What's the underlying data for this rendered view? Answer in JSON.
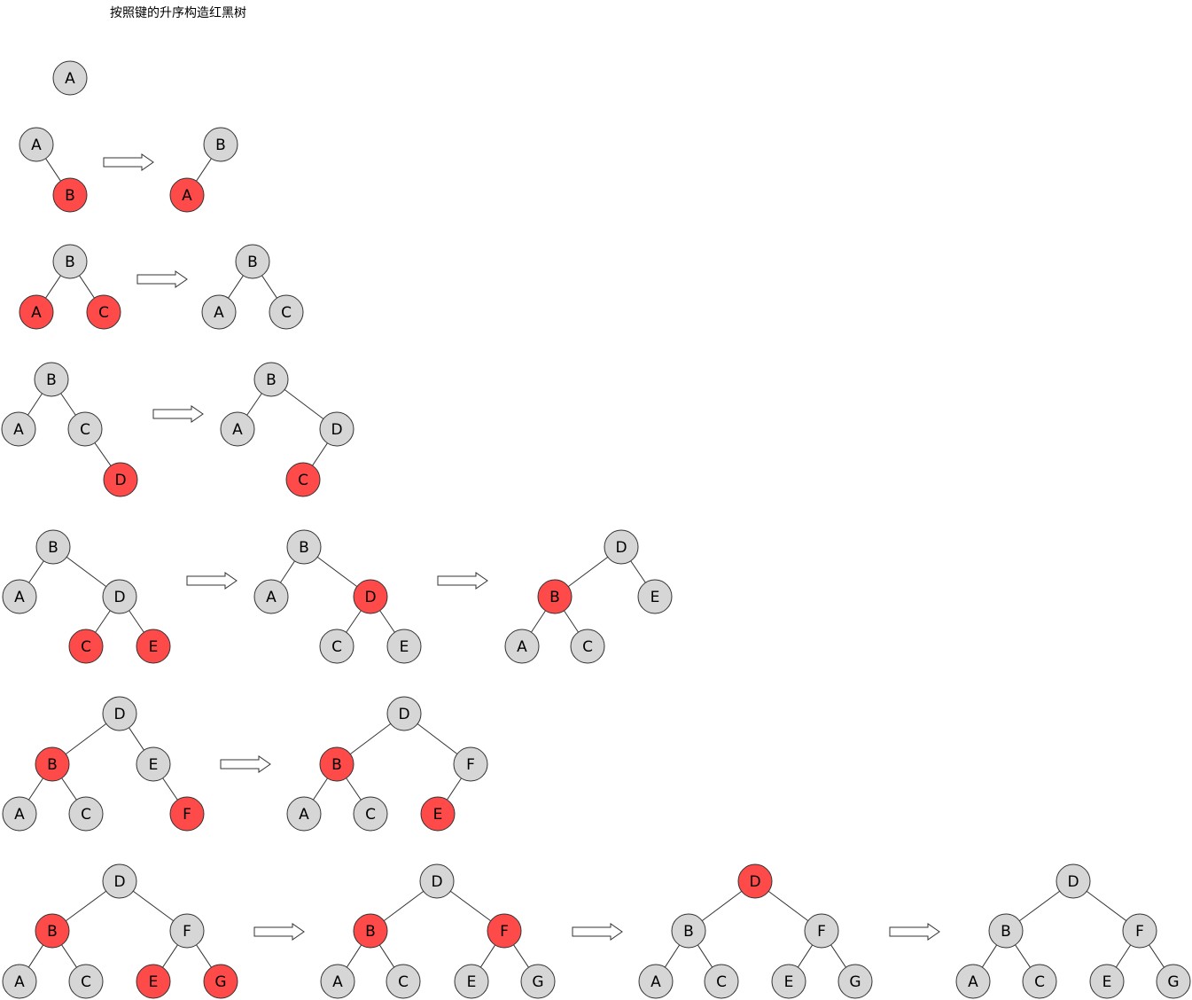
{
  "title": "按照键的升序构造红黑树",
  "colors": {
    "red": "#ff4a4a",
    "black": "#d6d6d6",
    "stroke": "#333333",
    "edge": "#333333"
  },
  "steps": [
    {
      "trees": [
        {
          "nodes": [
            {
              "key": "A",
              "color": "black"
            }
          ],
          "edges": []
        }
      ]
    },
    {
      "trees": [
        {
          "nodes": [
            {
              "key": "A",
              "color": "black"
            },
            {
              "key": "B",
              "color": "red"
            }
          ],
          "edges": [
            [
              "A",
              "B"
            ]
          ]
        },
        {
          "nodes": [
            {
              "key": "B",
              "color": "black"
            },
            {
              "key": "A",
              "color": "red"
            }
          ],
          "edges": [
            [
              "B",
              "A"
            ]
          ]
        }
      ]
    },
    {
      "trees": [
        {
          "nodes": [
            {
              "key": "B",
              "color": "black"
            },
            {
              "key": "A",
              "color": "red"
            },
            {
              "key": "C",
              "color": "red"
            }
          ],
          "edges": [
            [
              "B",
              "A"
            ],
            [
              "B",
              "C"
            ]
          ]
        },
        {
          "nodes": [
            {
              "key": "B",
              "color": "black"
            },
            {
              "key": "A",
              "color": "black"
            },
            {
              "key": "C",
              "color": "black"
            }
          ],
          "edges": [
            [
              "B",
              "A"
            ],
            [
              "B",
              "C"
            ]
          ]
        }
      ]
    },
    {
      "trees": [
        {
          "nodes": [
            {
              "key": "B",
              "color": "black"
            },
            {
              "key": "A",
              "color": "black"
            },
            {
              "key": "C",
              "color": "black"
            },
            {
              "key": "D",
              "color": "red"
            }
          ],
          "edges": [
            [
              "B",
              "A"
            ],
            [
              "B",
              "C"
            ],
            [
              "C",
              "D"
            ]
          ]
        },
        {
          "nodes": [
            {
              "key": "B",
              "color": "black"
            },
            {
              "key": "A",
              "color": "black"
            },
            {
              "key": "D",
              "color": "black"
            },
            {
              "key": "C",
              "color": "red"
            }
          ],
          "edges": [
            [
              "B",
              "A"
            ],
            [
              "B",
              "D"
            ],
            [
              "D",
              "C"
            ]
          ]
        }
      ]
    },
    {
      "trees": [
        {
          "nodes": [
            {
              "key": "B",
              "color": "black"
            },
            {
              "key": "A",
              "color": "black"
            },
            {
              "key": "D",
              "color": "black"
            },
            {
              "key": "C",
              "color": "red"
            },
            {
              "key": "E",
              "color": "red"
            }
          ],
          "edges": [
            [
              "B",
              "A"
            ],
            [
              "B",
              "D"
            ],
            [
              "D",
              "C"
            ],
            [
              "D",
              "E"
            ]
          ]
        },
        {
          "nodes": [
            {
              "key": "B",
              "color": "black"
            },
            {
              "key": "A",
              "color": "black"
            },
            {
              "key": "D",
              "color": "red"
            },
            {
              "key": "C",
              "color": "black"
            },
            {
              "key": "E",
              "color": "black"
            }
          ],
          "edges": [
            [
              "B",
              "A"
            ],
            [
              "B",
              "D"
            ],
            [
              "D",
              "C"
            ],
            [
              "D",
              "E"
            ]
          ]
        },
        {
          "nodes": [
            {
              "key": "D",
              "color": "black"
            },
            {
              "key": "B",
              "color": "red"
            },
            {
              "key": "E",
              "color": "black"
            },
            {
              "key": "A",
              "color": "black"
            },
            {
              "key": "C",
              "color": "black"
            }
          ],
          "edges": [
            [
              "D",
              "B"
            ],
            [
              "D",
              "E"
            ],
            [
              "B",
              "A"
            ],
            [
              "B",
              "C"
            ]
          ]
        }
      ]
    },
    {
      "trees": [
        {
          "nodes": [
            {
              "key": "D",
              "color": "black"
            },
            {
              "key": "B",
              "color": "red"
            },
            {
              "key": "E",
              "color": "black"
            },
            {
              "key": "A",
              "color": "black"
            },
            {
              "key": "C",
              "color": "black"
            },
            {
              "key": "F",
              "color": "red"
            }
          ],
          "edges": [
            [
              "D",
              "B"
            ],
            [
              "D",
              "E"
            ],
            [
              "B",
              "A"
            ],
            [
              "B",
              "C"
            ],
            [
              "E",
              "F"
            ]
          ]
        },
        {
          "nodes": [
            {
              "key": "D",
              "color": "black"
            },
            {
              "key": "B",
              "color": "red"
            },
            {
              "key": "F",
              "color": "black"
            },
            {
              "key": "A",
              "color": "black"
            },
            {
              "key": "C",
              "color": "black"
            },
            {
              "key": "E",
              "color": "red"
            }
          ],
          "edges": [
            [
              "D",
              "B"
            ],
            [
              "D",
              "F"
            ],
            [
              "B",
              "A"
            ],
            [
              "B",
              "C"
            ],
            [
              "F",
              "E"
            ]
          ]
        }
      ]
    },
    {
      "trees": [
        {
          "nodes": [
            {
              "key": "D",
              "color": "black"
            },
            {
              "key": "B",
              "color": "red"
            },
            {
              "key": "F",
              "color": "black"
            },
            {
              "key": "A",
              "color": "black"
            },
            {
              "key": "C",
              "color": "black"
            },
            {
              "key": "E",
              "color": "red"
            },
            {
              "key": "G",
              "color": "red"
            }
          ],
          "edges": [
            [
              "D",
              "B"
            ],
            [
              "D",
              "F"
            ],
            [
              "B",
              "A"
            ],
            [
              "B",
              "C"
            ],
            [
              "F",
              "E"
            ],
            [
              "F",
              "G"
            ]
          ]
        },
        {
          "nodes": [
            {
              "key": "D",
              "color": "black"
            },
            {
              "key": "B",
              "color": "red"
            },
            {
              "key": "F",
              "color": "red"
            },
            {
              "key": "A",
              "color": "black"
            },
            {
              "key": "C",
              "color": "black"
            },
            {
              "key": "E",
              "color": "black"
            },
            {
              "key": "G",
              "color": "black"
            }
          ],
          "edges": [
            [
              "D",
              "B"
            ],
            [
              "D",
              "F"
            ],
            [
              "B",
              "A"
            ],
            [
              "B",
              "C"
            ],
            [
              "F",
              "E"
            ],
            [
              "F",
              "G"
            ]
          ]
        },
        {
          "nodes": [
            {
              "key": "D",
              "color": "red"
            },
            {
              "key": "B",
              "color": "black"
            },
            {
              "key": "F",
              "color": "black"
            },
            {
              "key": "A",
              "color": "black"
            },
            {
              "key": "C",
              "color": "black"
            },
            {
              "key": "E",
              "color": "black"
            },
            {
              "key": "G",
              "color": "black"
            }
          ],
          "edges": [
            [
              "D",
              "B"
            ],
            [
              "D",
              "F"
            ],
            [
              "B",
              "A"
            ],
            [
              "B",
              "C"
            ],
            [
              "F",
              "E"
            ],
            [
              "F",
              "G"
            ]
          ]
        },
        {
          "nodes": [
            {
              "key": "D",
              "color": "black"
            },
            {
              "key": "B",
              "color": "black"
            },
            {
              "key": "F",
              "color": "black"
            },
            {
              "key": "A",
              "color": "black"
            },
            {
              "key": "C",
              "color": "black"
            },
            {
              "key": "E",
              "color": "black"
            },
            {
              "key": "G",
              "color": "black"
            }
          ],
          "edges": [
            [
              "D",
              "B"
            ],
            [
              "D",
              "F"
            ],
            [
              "B",
              "A"
            ],
            [
              "B",
              "C"
            ],
            [
              "F",
              "E"
            ],
            [
              "F",
              "G"
            ]
          ]
        }
      ]
    }
  ]
}
